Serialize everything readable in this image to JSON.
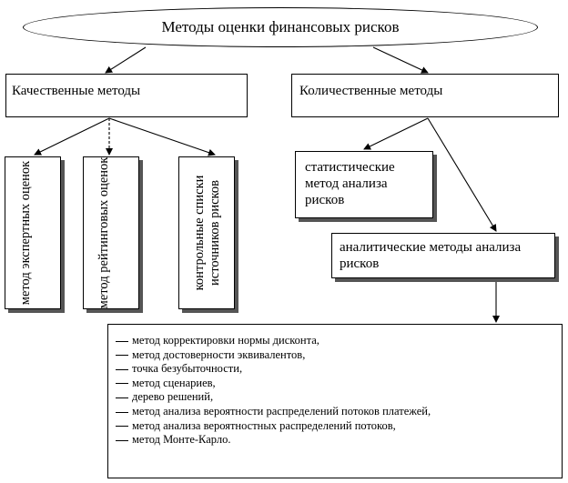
{
  "title": "Методы оценки финансовых рисков",
  "qualitative": {
    "label": "Качественные методы",
    "methods": [
      "метод экспертных оценок",
      "метод рейтинговых оценок",
      "контрольные списки источников рисков"
    ]
  },
  "quantitative": {
    "label": "Количественные методы",
    "statistical": "статистические метод анализа рисков",
    "analytical": "аналитические методы анализа рисков",
    "list": [
      "метод корректировки нормы дисконта,",
      "метод достоверности эквивалентов,",
      "точка безубыточности,",
      "метод сценариев,",
      "дерево решений,",
      "метод анализа вероятности распределений потоков платежей,",
      "метод анализа вероятностных распределений потоков,",
      "метод Монте-Карло."
    ]
  }
}
